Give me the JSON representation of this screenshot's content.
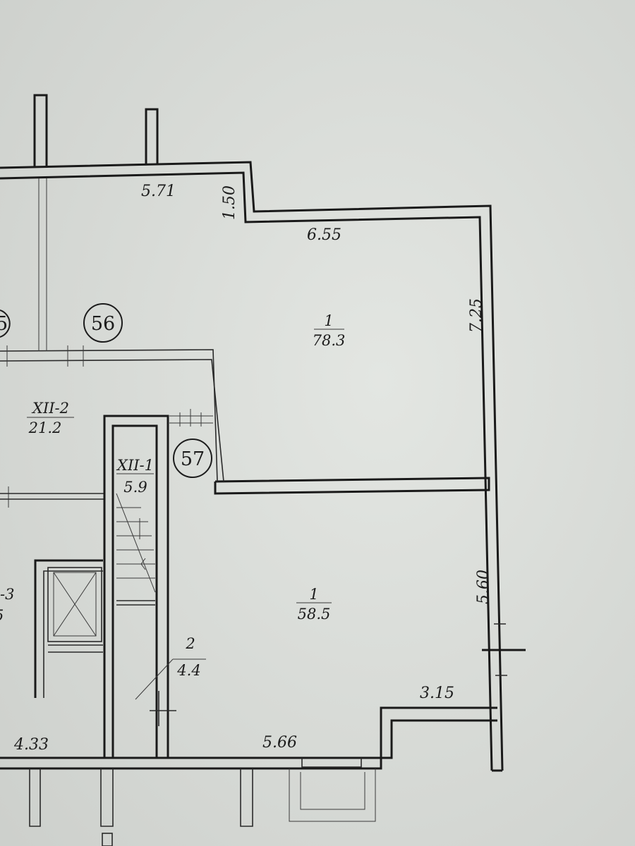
{
  "plan": {
    "dimensions": {
      "top_left_wall": "5.71",
      "step_height": "1.50",
      "top_right_wall": "6.55",
      "right_upper": "7.25",
      "right_lower": "5.60",
      "bottom_right": "3.15",
      "bottom_middle": "5.66",
      "bottom_left": "4.33"
    },
    "zones": {
      "zone_56": "56",
      "zone_57": "57",
      "zone_left_partial": "5"
    },
    "rooms": {
      "upper_room": {
        "number": "1",
        "area": "78.3"
      },
      "lower_room": {
        "number": "1",
        "area": "58.5"
      },
      "corridor_xii2": {
        "number": "XII-2",
        "area": "21.2"
      },
      "stair_xii1": {
        "number": "XII-1",
        "area": "5.9"
      },
      "closet_2": {
        "number": "2",
        "area": "4.4"
      },
      "left_partial": {
        "number": "-3",
        "area": "5"
      }
    }
  }
}
